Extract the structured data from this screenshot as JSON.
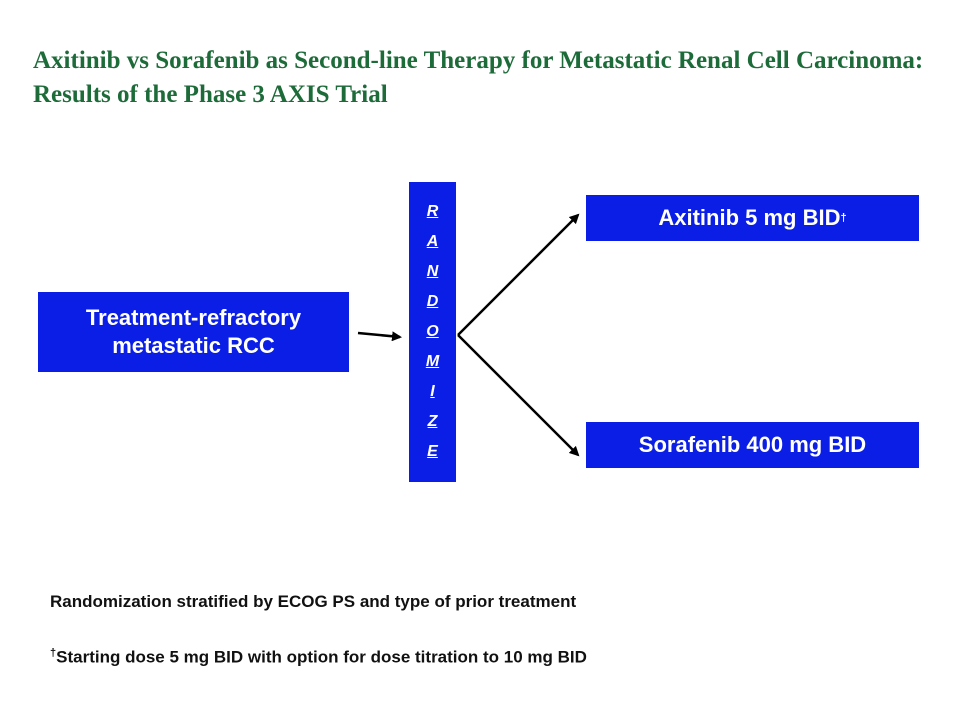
{
  "title": "Axitinib vs Sorafenib as Second-line Therapy for Metastatic Renal Cell Carcinoma: Results of the Phase 3 AXIS Trial",
  "source_box": {
    "line1": "Treatment-refractory",
    "line2": "metastatic RCC"
  },
  "randomize_letters": [
    "R",
    "A",
    "N",
    "D",
    "O",
    "M",
    "I",
    "Z",
    "E"
  ],
  "arms": {
    "arm1_label": "Axitinib 5 mg BID",
    "arm1_mark": "†",
    "arm2_label": "Sorafenib 400 mg BID"
  },
  "notes": {
    "stratification": "Randomization stratified by ECOG PS and type of prior treatment",
    "footnote_mark": "†",
    "footnote": "Starting dose 5 mg BID with option for dose titration to 10 mg BID"
  },
  "colors": {
    "box_fill": "#0a1ee6",
    "title_color": "#1e6b3a"
  }
}
